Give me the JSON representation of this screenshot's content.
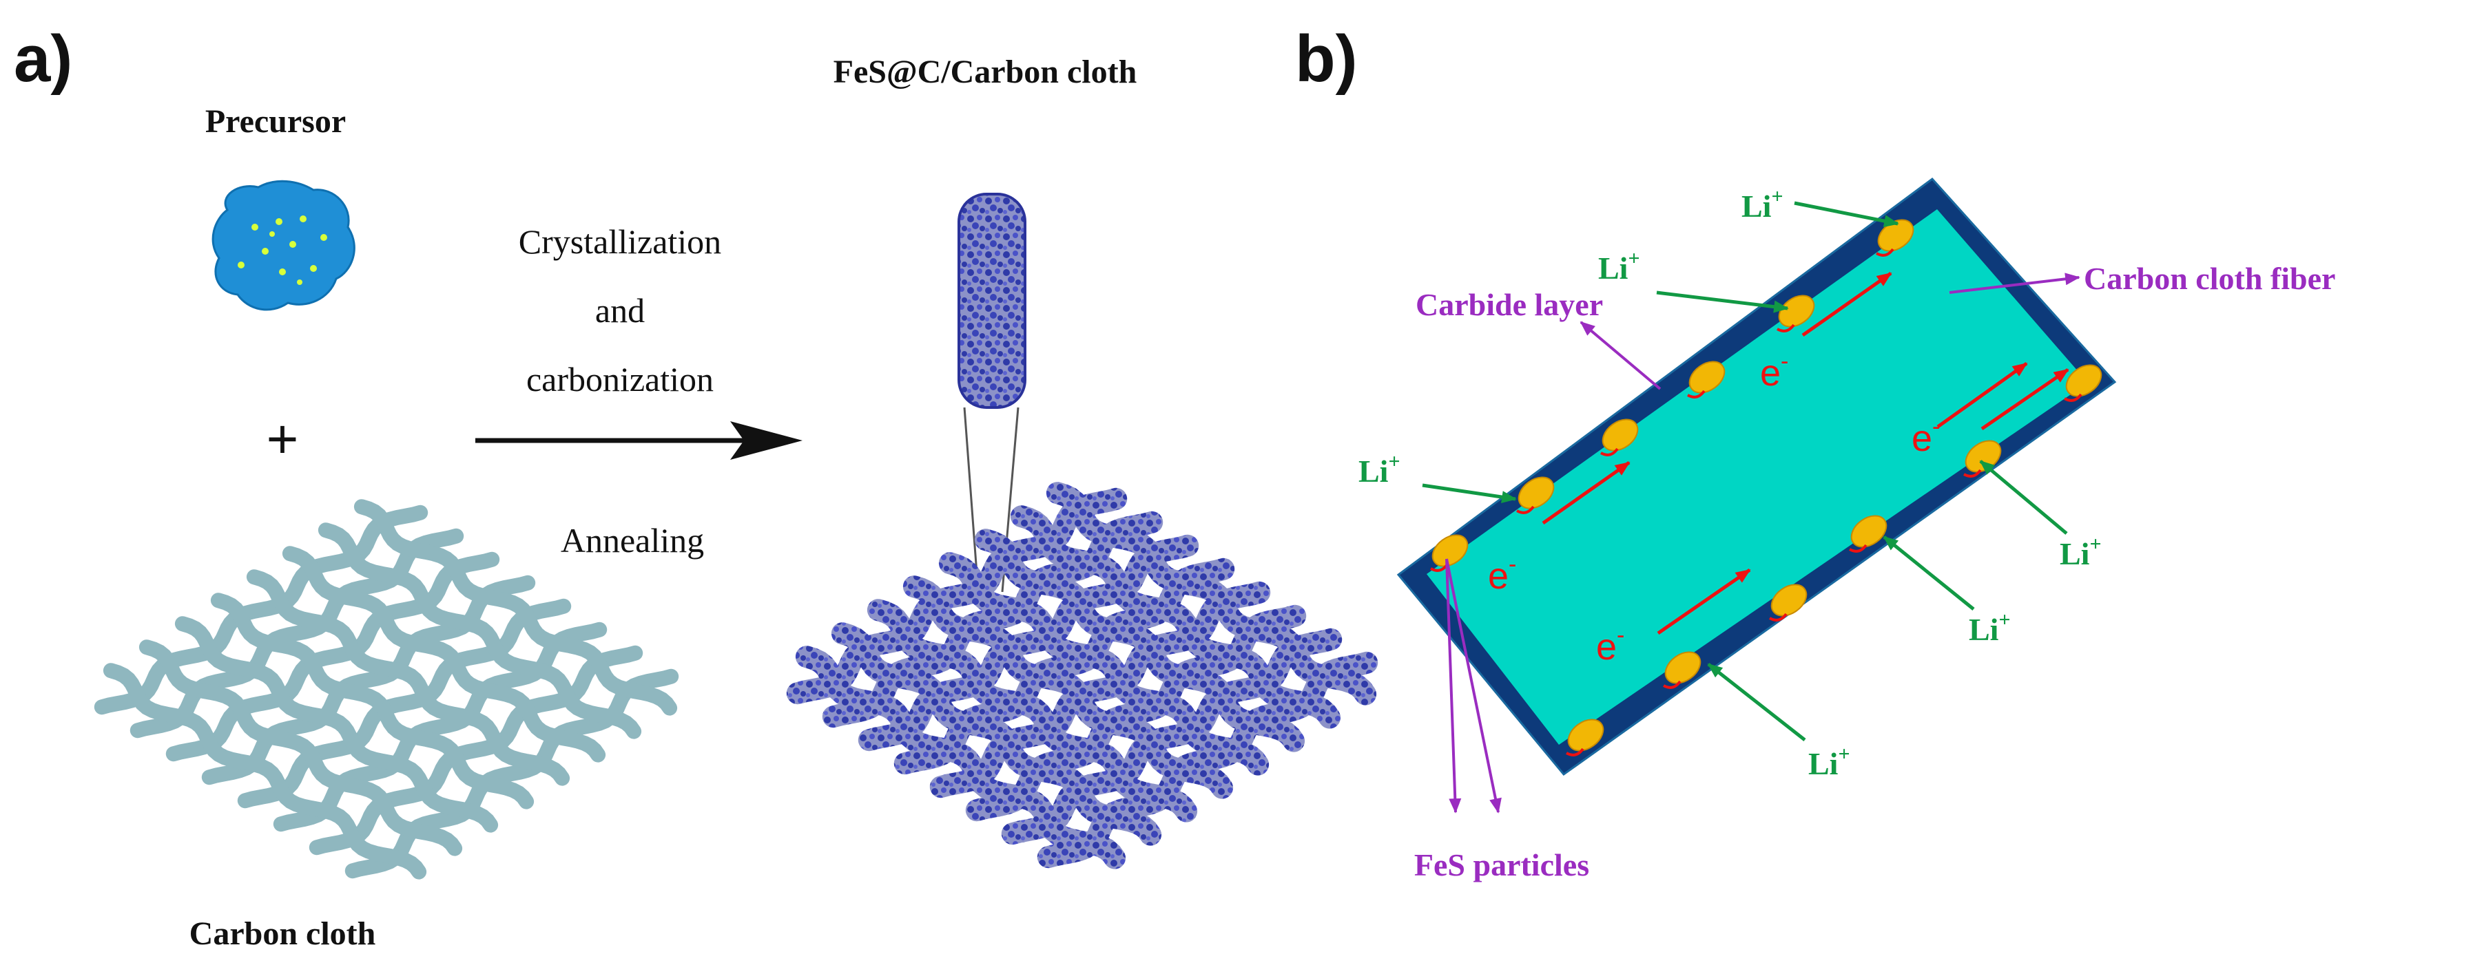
{
  "panel_a": {
    "label": "a)",
    "precursor_label": "Precursor",
    "plus_sign": "+",
    "carbon_cloth_label": "Carbon cloth",
    "product_label": "FeS@C/Carbon cloth",
    "process_line1": "Crystallization",
    "process_line2": "and",
    "process_line3": "carbonization",
    "annealing_label": "Annealing"
  },
  "panel_b": {
    "label": "b)",
    "carbide_layer_label": "Carbide layer",
    "carbon_fiber_label": "Carbon cloth fiber",
    "fes_particles_label": "FeS particles",
    "li_ion": "Li",
    "li_charge": "+",
    "electron": "e",
    "electron_charge": "-"
  },
  "colors": {
    "precursor_blob": "#1f8fd6",
    "precursor_dots": "#d8ff3a",
    "cloth": "#8fb7bf",
    "coated_cloth": "#4a52c8",
    "fiber_core": "#00d6c4",
    "carbide": "#0d3a7a",
    "particle": "#f2b705",
    "li_arrow": "#119944",
    "electron": "#ee1111",
    "callout": "#9a2cc0"
  }
}
